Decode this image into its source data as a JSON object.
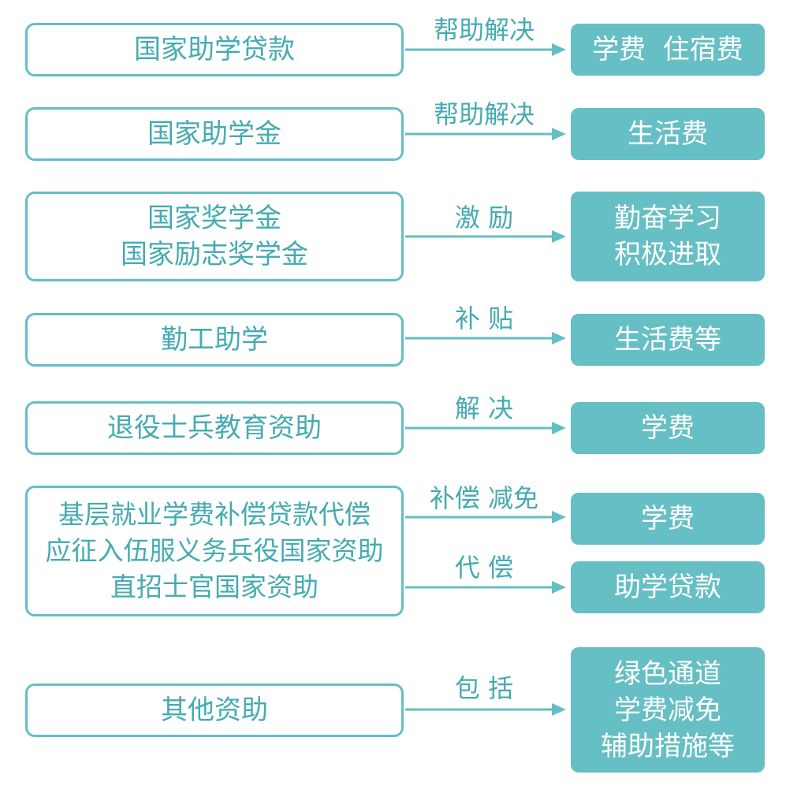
{
  "colors": {
    "outline": "#62bfc5",
    "text_teal": "#45abb2",
    "fill_teal": "#66bfc4",
    "fill_text": "#ffffff"
  },
  "rows": [
    {
      "source": [
        "国家助学贷款"
      ],
      "links": [
        {
          "label": "帮助解决",
          "target": [
            "学费  住宿费"
          ]
        }
      ]
    },
    {
      "source": [
        "国家助学金"
      ],
      "links": [
        {
          "label": "帮助解决",
          "target": [
            "生活费"
          ]
        }
      ]
    },
    {
      "source": [
        "国家奖学金",
        "国家励志奖学金"
      ],
      "links": [
        {
          "label": "激 励",
          "target": [
            "勤奋学习",
            "积极进取"
          ]
        }
      ]
    },
    {
      "source": [
        "勤工助学"
      ],
      "links": [
        {
          "label": "补 贴",
          "target": [
            "生活费等"
          ]
        }
      ]
    },
    {
      "source": [
        "退役士兵教育资助"
      ],
      "links": [
        {
          "label": "解 决",
          "target": [
            "学费"
          ]
        }
      ]
    },
    {
      "source": [
        "基层就业学费补偿贷款代偿",
        "应征入伍服义务兵役国家资助",
        "直招士官国家资助"
      ],
      "links": [
        {
          "label": "补偿 减免",
          "target": [
            "学费"
          ]
        },
        {
          "label": "代 偿",
          "target": [
            "助学贷款"
          ]
        }
      ]
    },
    {
      "source": [
        "其他资助"
      ],
      "links": [
        {
          "label": "包 括",
          "target": [
            "绿色通道",
            "学费减免",
            "辅助措施等"
          ]
        }
      ]
    }
  ]
}
